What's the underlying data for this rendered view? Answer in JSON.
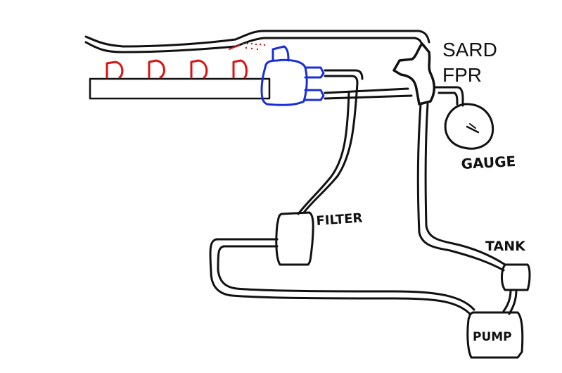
{
  "labels": {
    "sard": "SARD",
    "fpr": "FPR",
    "gauge": "GAUGE",
    "filter": "FILTER",
    "tank": "TANK",
    "pump": "PUMP"
  },
  "colors": {
    "line": "#111111",
    "injector": "#dd1111",
    "fuel_rail_fitting": "#1a2fd6",
    "background": "#ffffff"
  }
}
